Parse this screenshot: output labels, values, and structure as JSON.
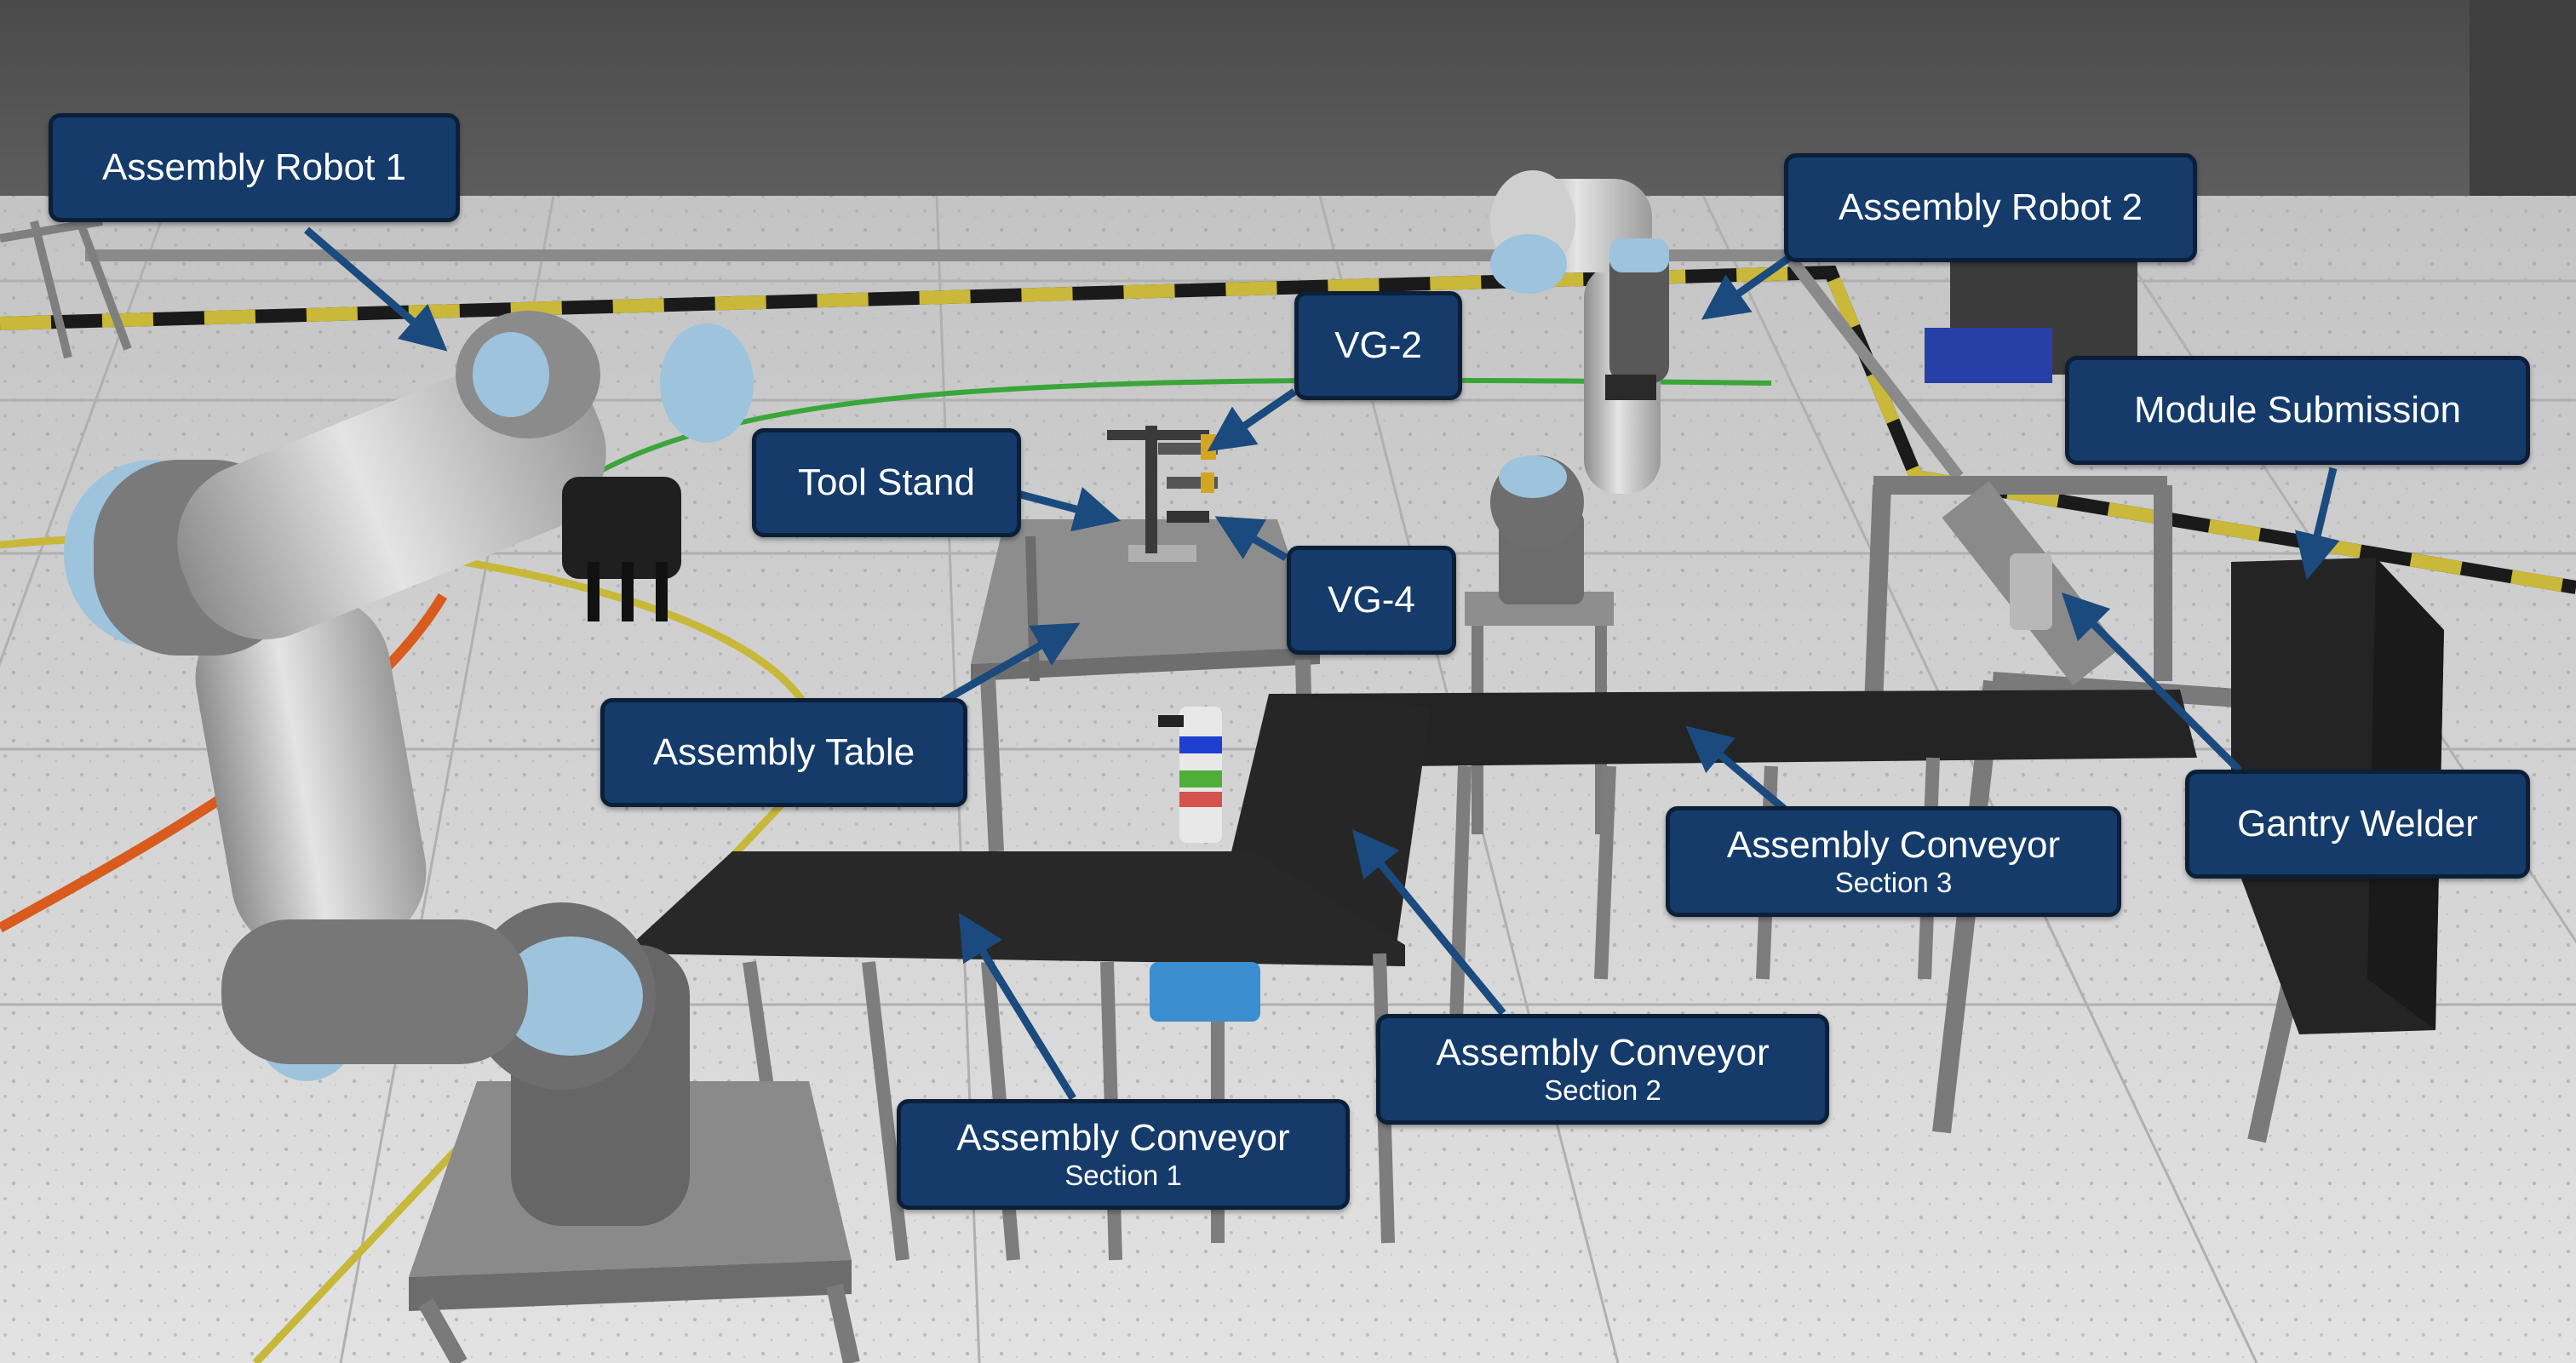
{
  "labels": {
    "assembly_robot_1": "Assembly Robot 1",
    "assembly_robot_2": "Assembly Robot 2",
    "vg2": "VG-2",
    "vg4": "VG-4",
    "tool_stand": "Tool Stand",
    "module_submission": "Module Submission",
    "assembly_table": "Assembly Table",
    "gantry_welder": "Gantry Welder",
    "conveyor_1": {
      "title": "Assembly Conveyor",
      "section": "Section 1"
    },
    "conveyor_2": {
      "title": "Assembly Conveyor",
      "section": "Section 2"
    },
    "conveyor_3": {
      "title": "Assembly Conveyor",
      "section": "Section 3"
    }
  },
  "colors": {
    "callout_fill": "#153b6b",
    "callout_border": "#0b1f38",
    "arrow": "#1a4a7e",
    "back_wall": "#555555",
    "floor": "#d9d9d9",
    "robot_cap": "#9ec3dc",
    "conveyor_belt": "#262626"
  }
}
